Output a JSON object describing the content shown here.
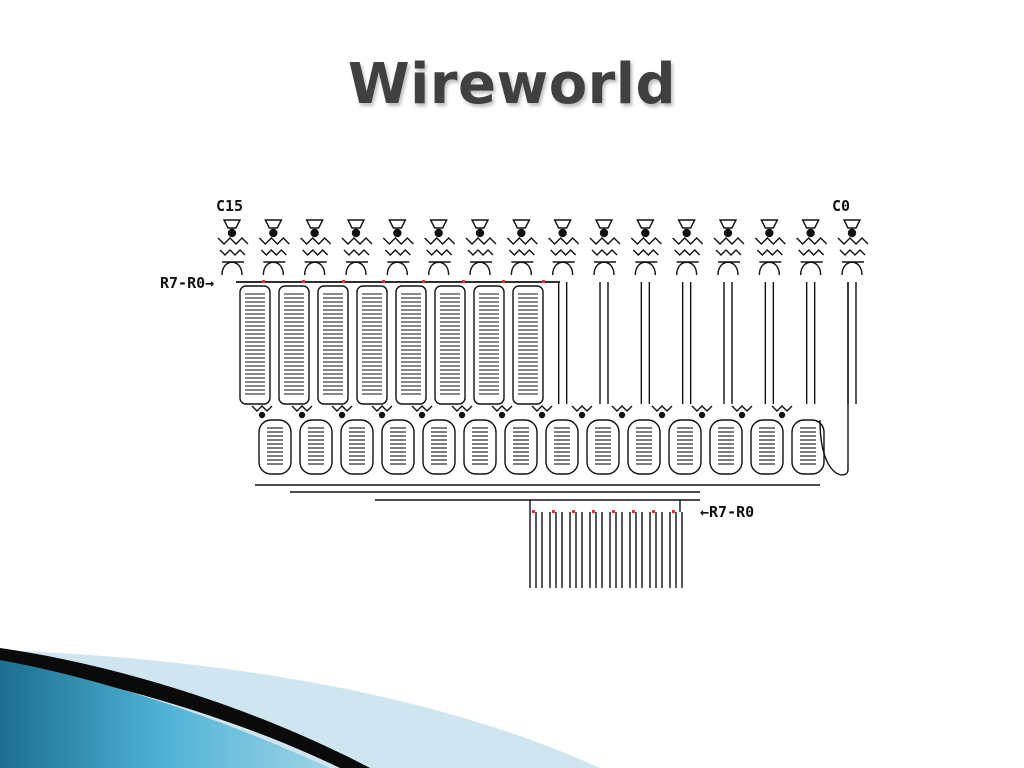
{
  "slide": {
    "title": "Wireworld"
  },
  "diagram": {
    "labels": {
      "top_left": "C15",
      "top_right": "C0",
      "input_left": "R7-R0→",
      "input_right": "←R7-R0"
    },
    "top_columns": 16,
    "coiled_columns": 8,
    "lower_loops": 14,
    "bottom_pins": 8,
    "colors": {
      "wire": "#111111",
      "signal": "#e83030",
      "title": "#404040",
      "decor_dark": "#0a0a0a",
      "decor_blue": "#2e8fb3",
      "decor_light": "#cfe6f0"
    }
  }
}
